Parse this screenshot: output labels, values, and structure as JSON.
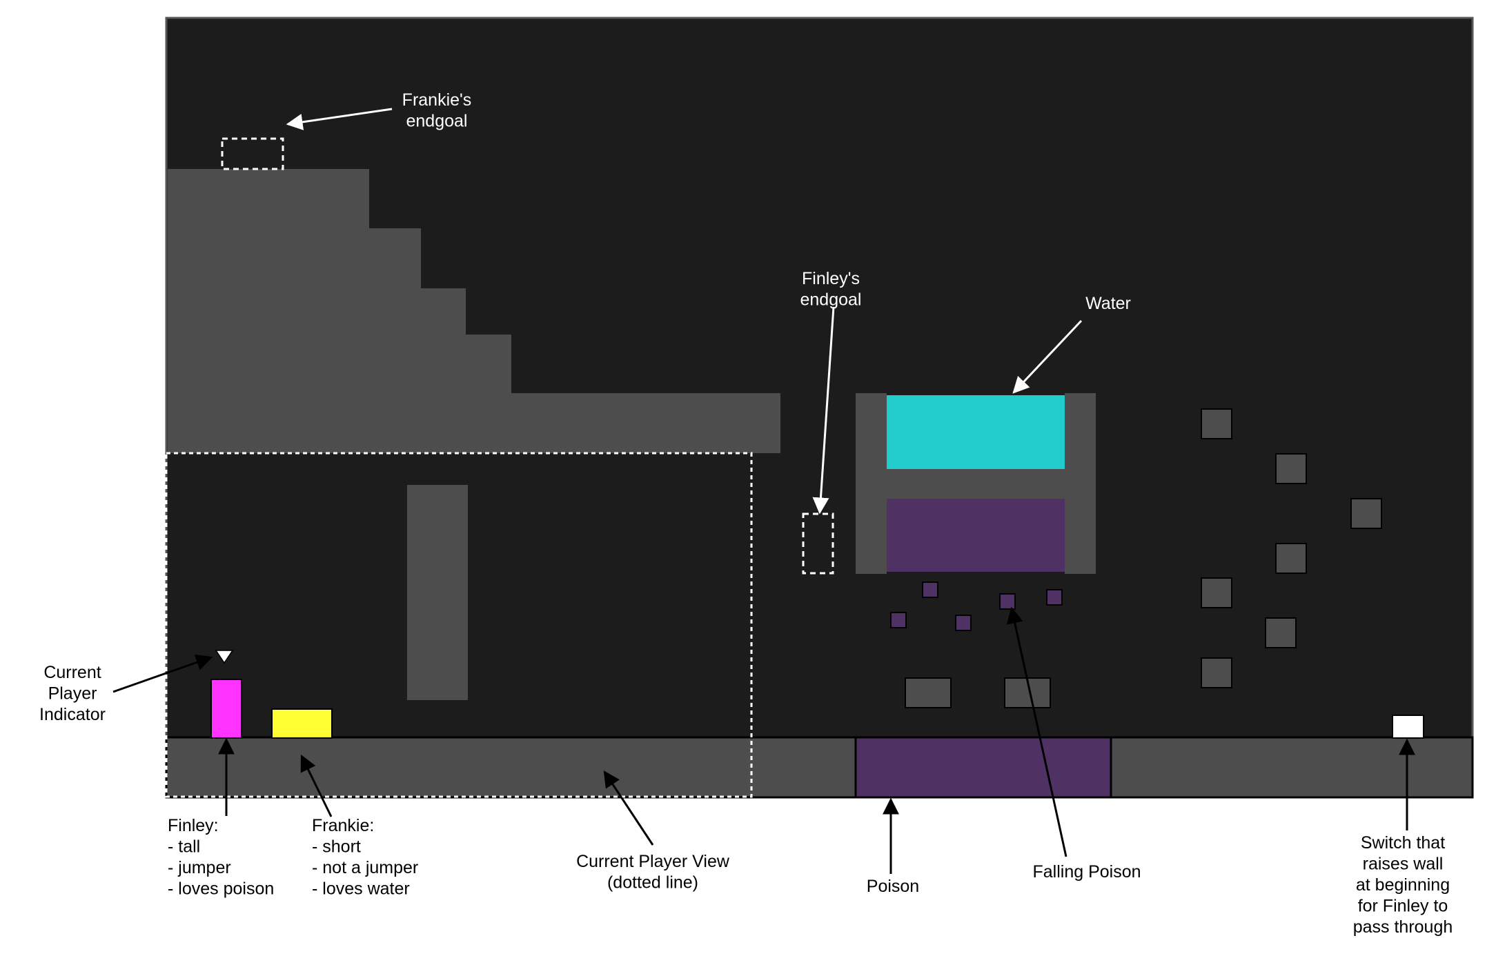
{
  "colors": {
    "background": "#1c1c1c",
    "terrain": "#4d4d4d",
    "water": "#22cccc",
    "poison": "#4f3163",
    "finley": "#ff33ff",
    "frankie": "#ffff33",
    "switch": "#ffffff",
    "annotation_light": "#ffffff",
    "annotation_dark": "#000000"
  },
  "labels": {
    "frankie_endgoal": [
      "Frankie's",
      "endgoal"
    ],
    "finley_endgoal": [
      "Finley's",
      "endgoal"
    ],
    "water": [
      "Water"
    ],
    "current_player_indicator": [
      "Current",
      "Player",
      "Indicator"
    ],
    "finley": [
      "Finley:",
      "- tall",
      "- jumper",
      "- loves poison"
    ],
    "frankie": [
      "Frankie:",
      "- short",
      "- not a jumper",
      "- loves water"
    ],
    "current_player_view": [
      "Current Player View",
      "(dotted line)"
    ],
    "poison": [
      "Poison"
    ],
    "falling_poison": [
      "Falling Poison"
    ],
    "switch": [
      "Switch that",
      "raises wall",
      "at beginning",
      "for Finley to",
      "pass through"
    ]
  },
  "icons": {
    "indicator": "white-down-triangle-icon",
    "arrows": "white-and-black-arrow-icon"
  }
}
